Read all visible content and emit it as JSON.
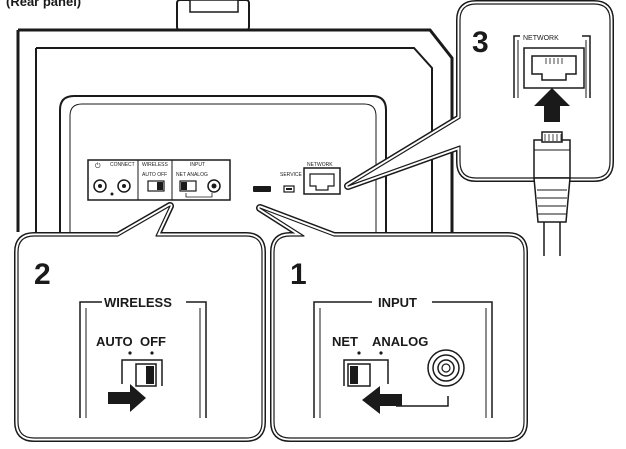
{
  "header": {
    "caption": "(Rear panel)"
  },
  "device_panel": {
    "power_symbol": "⏻",
    "connect_label": "CONNECT",
    "wireless_label": "WIRELESS",
    "wireless_switch_positions": "AUTO   OFF",
    "input_label": "INPUT",
    "input_switch_positions": "NET ANALOG",
    "service_label": "SERVICE",
    "network_label": "NETWORK"
  },
  "callouts": [
    {
      "number": "1",
      "group_label": "INPUT",
      "switch_left": "NET",
      "switch_right": "ANALOG",
      "arrow_icon": "arrow-left-icon"
    },
    {
      "number": "2",
      "group_label": "WIRELESS",
      "switch_left": "AUTO",
      "switch_right": "OFF",
      "arrow_icon": "arrow-right-icon"
    },
    {
      "number": "3",
      "group_label": "NETWORK",
      "arrow_icon": "arrow-up-icon"
    }
  ],
  "colors": {
    "line": "#1a1a1a",
    "panel_fill": "#ffffff",
    "shade": "#e6e6e6"
  }
}
